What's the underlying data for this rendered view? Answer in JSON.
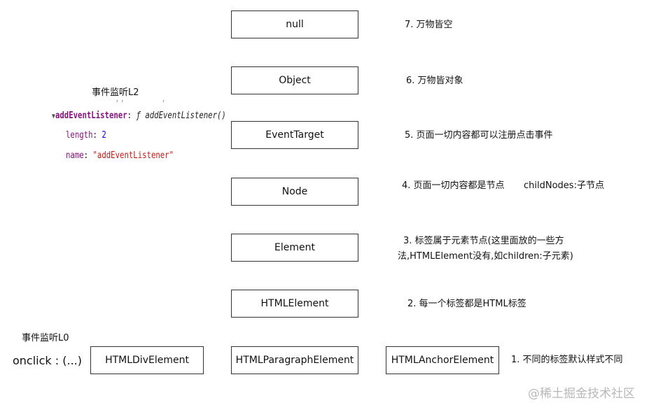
{
  "chain": {
    "null": "null",
    "object": "Object",
    "event_target": "EventTarget",
    "node": "Node",
    "element": "Element",
    "html_element": "HTMLElement",
    "html_div_element": "HTMLDivElement",
    "html_paragraph_element": "HTMLParagraphElement",
    "html_anchor_element": "HTMLAnchorElement"
  },
  "descriptions": {
    "d7": "7. 万物皆空",
    "d6": "6. 万物皆对象",
    "d5": "5. 页面一切内容都可以注册点击事件",
    "d4": "4. 页面一切内容都是节点",
    "d4_extra": "childNodes:子节点",
    "d3_line1": "3. 标签属于元素节点(这里面放的一些方",
    "d3_line2": "法,HTMLElement没有,如children:子元素)",
    "d2": "2. 每一个标签都是HTML标签",
    "d1": "1. 不同的标签默认样式不同"
  },
  "left": {
    "event_l2_label": "事件监听L2",
    "code_triangle": "▼",
    "code_prop": "addEventListener",
    "code_colon": ": ",
    "code_f": "ƒ ",
    "code_fn": "addEventListener()",
    "length_key": "length",
    "length_val": "2",
    "name_key": "name",
    "name_val": "\"addEventListener\"",
    "event_l0_label": "事件监听L0",
    "onclick": "onclick : (...)"
  },
  "watermark": "@稀土掘金技术社区"
}
